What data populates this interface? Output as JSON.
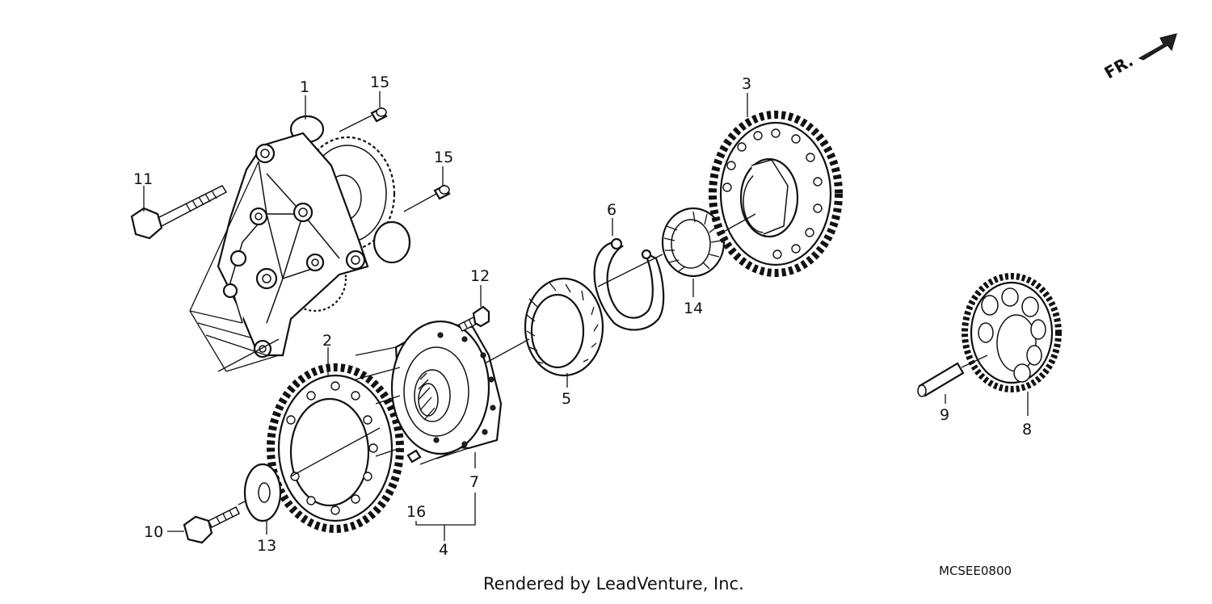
{
  "diagram": {
    "callouts": [
      {
        "id": "c1",
        "text": "1"
      },
      {
        "id": "c2",
        "text": "2"
      },
      {
        "id": "c3",
        "text": "3"
      },
      {
        "id": "c4",
        "text": "4"
      },
      {
        "id": "c5",
        "text": "5"
      },
      {
        "id": "c6",
        "text": "6"
      },
      {
        "id": "c7",
        "text": "7"
      },
      {
        "id": "c8",
        "text": "8"
      },
      {
        "id": "c9",
        "text": "9"
      },
      {
        "id": "c10",
        "text": "10"
      },
      {
        "id": "c11",
        "text": "11"
      },
      {
        "id": "c12",
        "text": "12"
      },
      {
        "id": "c13",
        "text": "13"
      },
      {
        "id": "c14",
        "text": "14"
      },
      {
        "id": "c15a",
        "text": "15"
      },
      {
        "id": "c15b",
        "text": "15"
      },
      {
        "id": "c16",
        "text": "16"
      }
    ],
    "direction_label": "FR.",
    "credit": "Rendered by LeadVenture, Inc.",
    "diagram_code": "MCSEE0800"
  }
}
